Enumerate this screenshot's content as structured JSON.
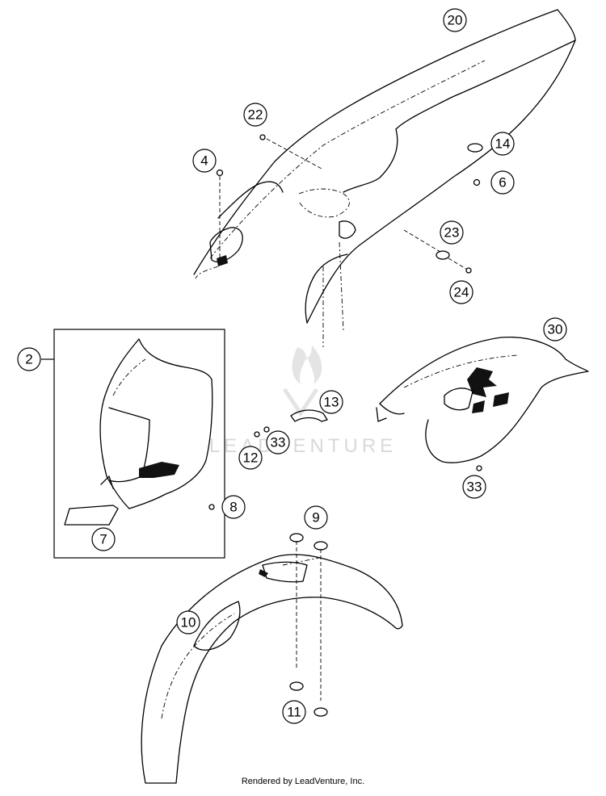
{
  "diagram": {
    "callouts": [
      "20",
      "22",
      "4",
      "14",
      "6",
      "23",
      "24",
      "2",
      "7",
      "30",
      "13",
      "33",
      "12",
      "8",
      "33",
      "9",
      "10",
      "11"
    ],
    "watermark": "LEADVENTURE",
    "credit": "Rendered by LeadVenture, Inc."
  }
}
